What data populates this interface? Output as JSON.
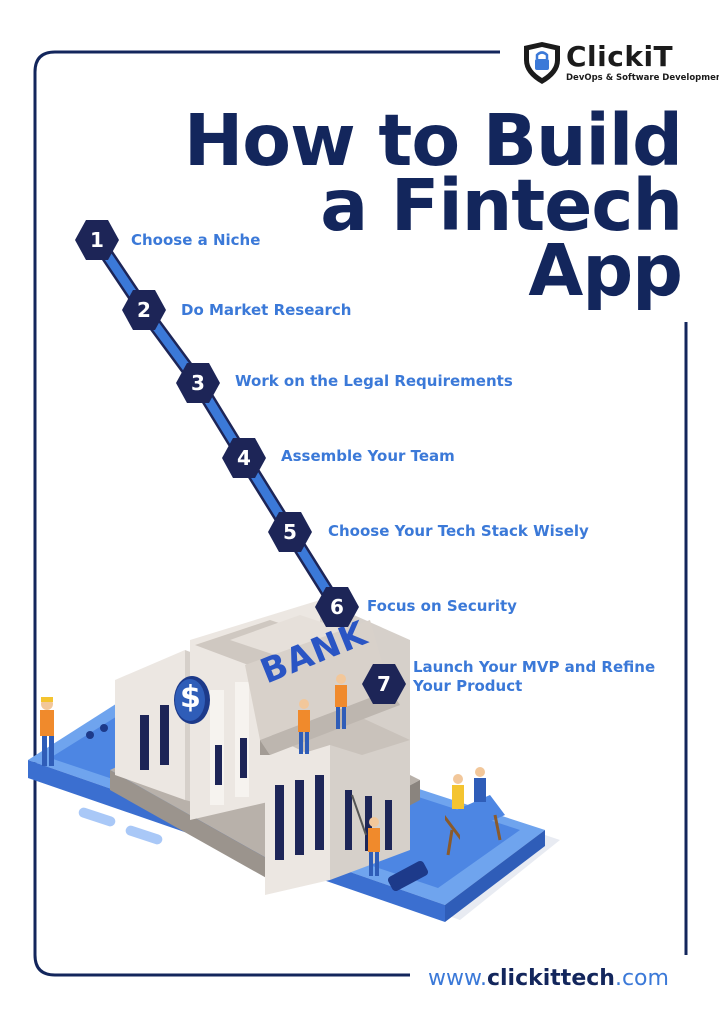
{
  "brand": {
    "name": "ClickiT",
    "tagline": "DevOps & Software Development",
    "logo_icon": "shield-lock-icon"
  },
  "title": {
    "line1": "How to Build",
    "line2": "a Fintech",
    "line3": "App"
  },
  "steps": [
    {
      "number": "1",
      "label": "Choose a Niche"
    },
    {
      "number": "2",
      "label": "Do Market Research"
    },
    {
      "number": "3",
      "label": "Work on the Legal Requirements"
    },
    {
      "number": "4",
      "label": "Assemble Your Team"
    },
    {
      "number": "5",
      "label": "Choose Your Tech Stack Wisely"
    },
    {
      "number": "6",
      "label": "Focus on Security"
    },
    {
      "number": "7",
      "label_line1": "Launch Your MVP and Refine",
      "label_line2": "Your Product"
    }
  ],
  "illustration": {
    "sign_text": "BANK",
    "sign_symbol": "$"
  },
  "footer": {
    "url_prefix": "www.",
    "url_bold": "clickittech",
    "url_suffix": ".com"
  },
  "colors": {
    "navy": "#13265c",
    "accent_blue": "#3b79d8",
    "hex_fill": "#1d2557"
  }
}
